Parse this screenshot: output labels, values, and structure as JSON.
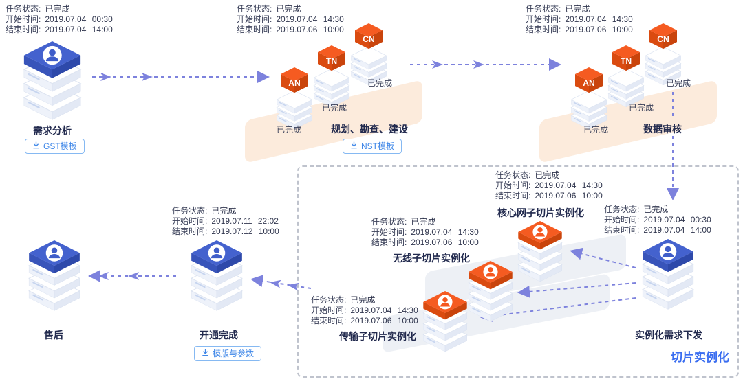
{
  "labels": {
    "status": "任务状态:",
    "start": "开始时间:",
    "end": "结束时间:",
    "done": "已完成"
  },
  "nodes": {
    "demand": {
      "title": "需求分析",
      "status": "已完成",
      "start": "2019.07.04 00:30",
      "end": "2019.07.04 14:00",
      "button": "GST模板"
    },
    "planning": {
      "title": "规划、勘查、建设",
      "status": "已完成",
      "start": "2019.07.04 14:30",
      "end": "2019.07.06 10:00",
      "button": "NST模板",
      "servers": [
        "AN",
        "TN",
        "CN"
      ]
    },
    "review": {
      "title": "数据审核",
      "status": "已完成",
      "start": "2019.07.04 14:30",
      "end": "2019.07.06 10:00",
      "servers": [
        "AN",
        "TN",
        "CN"
      ]
    },
    "dispatch": {
      "title": "实例化需求下发",
      "status": "已完成",
      "start": "2019.07.04 00:30",
      "end": "2019.07.04 14:00"
    },
    "core": {
      "title": "核心网子切片实例化",
      "status": "已完成",
      "start": "2019.07.04 14:30",
      "end": "2019.07.06 10:00"
    },
    "wireless": {
      "title": "无线子切片实例化",
      "status": "已完成",
      "start": "2019.07.04 14:30",
      "end": "2019.07.06 10:00"
    },
    "transport": {
      "title": "传输子切片实例化",
      "status": "已完成",
      "start": "2019.07.04 14:30",
      "end": "2019.07.06 10:00"
    },
    "activation": {
      "title": "开通完成",
      "status": "已完成",
      "start": "2019.07.11 22:02",
      "end": "2019.07.12 10:00",
      "button": "模版与参数"
    },
    "aftersales": {
      "title": "售后"
    }
  },
  "box": {
    "title": "切片实例化"
  },
  "colors": {
    "node_blue": "#3f5dc9",
    "node_orange": "#f5571f",
    "arrow_purple": "#7d82dd",
    "accent_blue": "#3f87e8",
    "platform_peach": "#fcebdc",
    "box_title_blue": "#3a6df0"
  }
}
